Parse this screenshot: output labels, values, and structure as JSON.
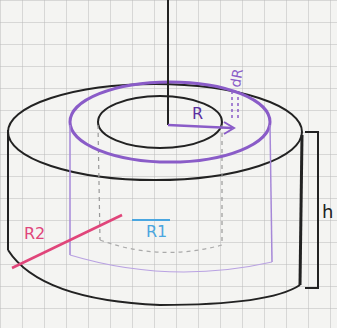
{
  "diagram": {
    "labels": [
      "R",
      "dR",
      "R2",
      "R1",
      "h"
    ]
  }
}
